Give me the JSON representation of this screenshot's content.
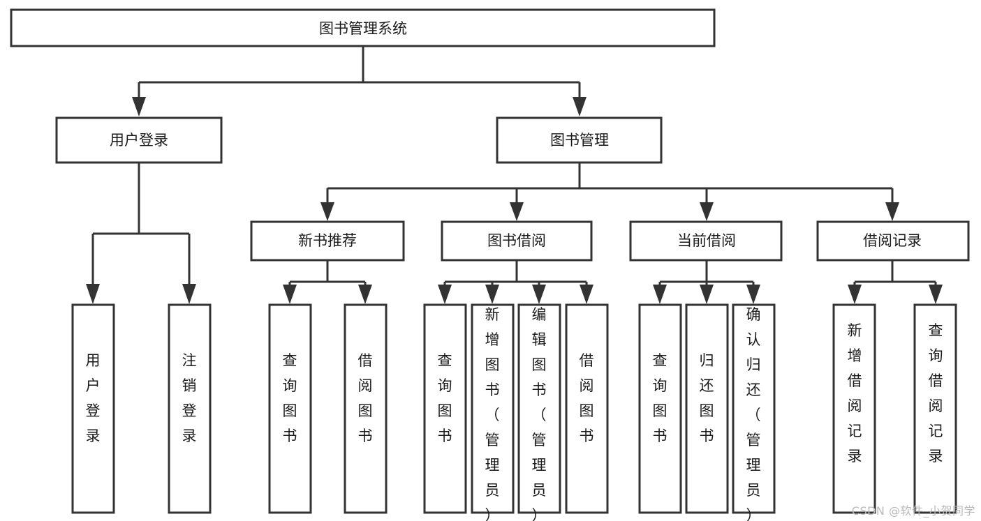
{
  "diagram": {
    "type": "tree",
    "title": "图书管理系统",
    "orientation": "top-down",
    "watermark": "CSDN @软件_小贺同学",
    "colors": {
      "stroke": "#333333",
      "fill": "#ffffff",
      "text": "#1a1a1a",
      "watermark": "#b9b9b9"
    },
    "nodes": {
      "root": {
        "label": "图书管理系统"
      },
      "level2": [
        {
          "label": "用户登录"
        },
        {
          "label": "图书管理"
        }
      ],
      "level3": [
        {
          "label": "新书推荐"
        },
        {
          "label": "图书借阅"
        },
        {
          "label": "当前借阅"
        },
        {
          "label": "借阅记录"
        }
      ],
      "leaves": {
        "user_login": [
          {
            "label": "用户登录"
          },
          {
            "label": "注销登录"
          }
        ],
        "new_book": [
          {
            "label": "查询图书"
          },
          {
            "label": "借阅图书"
          }
        ],
        "book_borrow": [
          {
            "label": "查询图书"
          },
          {
            "label": "新增图书（管理员）"
          },
          {
            "label": "编辑图书（管理员）"
          },
          {
            "label": "借阅图书"
          }
        ],
        "current_borrow": [
          {
            "label": "查询图书"
          },
          {
            "label": "归还图书"
          },
          {
            "label": "确认归还（管理员）"
          }
        ],
        "borrow_record": [
          {
            "label": "新增借阅记录"
          },
          {
            "label": "查询借阅记录"
          }
        ]
      }
    }
  }
}
